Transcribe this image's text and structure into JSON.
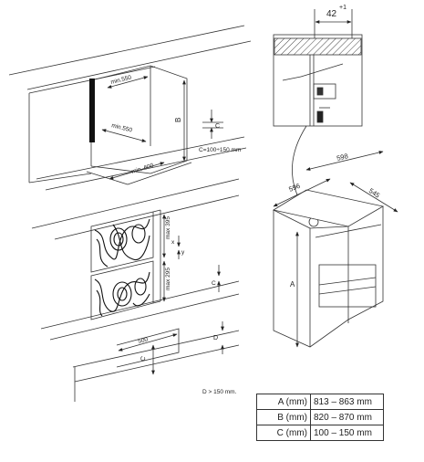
{
  "top_callout": {
    "gap": "42",
    "gap_tolerance": "+1"
  },
  "kitchen_unit": {
    "width_min": "min.550",
    "depth_min": "min.550",
    "plinth_depth_min": "min. 600",
    "height_label": "B",
    "gap_label": "C",
    "gap_note": "C=100÷150 mm"
  },
  "fridge": {
    "depth": "596",
    "width": "598",
    "door_depth": "545",
    "height_label": "A"
  },
  "door_panels": {
    "upper_max": "max 395",
    "lower_max": "max 295",
    "gap_x": "x",
    "gap_y": "y",
    "plinth_width": "500",
    "plinth_label": "C",
    "plinth_height_label": "D",
    "d_note": "D > 150 mm."
  },
  "dimension_table": {
    "rows": [
      {
        "key": "A (mm)",
        "value": "813 – 863 mm"
      },
      {
        "key": "B (mm)",
        "value": "820 – 870 mm"
      },
      {
        "key": "C (mm)",
        "value": "100 – 150 mm"
      }
    ]
  }
}
